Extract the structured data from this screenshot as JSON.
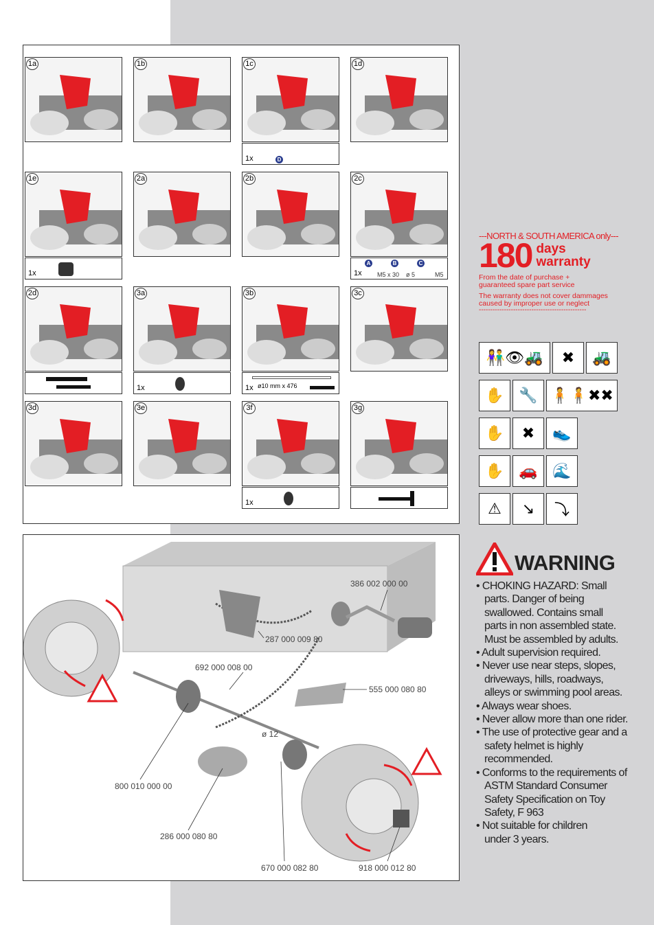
{
  "steps": [
    {
      "id": "1a"
    },
    {
      "id": "1b"
    },
    {
      "id": "1c",
      "sub": {
        "qty": "1x",
        "parts": [
          "D"
        ]
      }
    },
    {
      "id": "1d"
    },
    {
      "id": "1e",
      "sub": {
        "qty": "1x"
      }
    },
    {
      "id": "2a"
    },
    {
      "id": "2b"
    },
    {
      "id": "2c",
      "sub": {
        "qty": "1x",
        "parts": [
          "A",
          "B",
          "C"
        ],
        "labels": [
          "M5 x 30",
          "ø 5",
          "M5"
        ]
      }
    },
    {
      "id": "2d",
      "sub": {
        "tools": "screwdriver-wrench"
      }
    },
    {
      "id": "3a",
      "sub": {
        "qty": "1x"
      }
    },
    {
      "id": "3b",
      "sub": {
        "qty": "1x",
        "label": "ø10 mm x 476"
      }
    },
    {
      "id": "3c"
    },
    {
      "id": "3d"
    },
    {
      "id": "3e"
    },
    {
      "id": "3f",
      "sub": {
        "qty": "1x"
      }
    },
    {
      "id": "3g",
      "sub": {
        "tools": "hammer"
      }
    }
  ],
  "warranty": {
    "region": "---NORTH & SOUTH AMERICA only---",
    "days_number": "180",
    "days_word": "days",
    "warranty_word": "warranty",
    "line1": "From the date of purchase + guaranteed spare part service",
    "line2": "The warranty does not cover dammages caused by improper use or neglect",
    "divider": "-----------------------------------------------"
  },
  "warning": {
    "title": "WARNING",
    "items": [
      "CHOKING HAZARD: Small parts. Danger of being swallowed. Contains small parts in non assembled state. Must be assembled by adults.",
      "Adult supervision required.",
      "Never use near steps, slopes, driveways, hills, roadways, alleys or swimming pool areas.",
      "Always wear shoes.",
      "Never allow more than one rider.",
      "The use of protective gear and a safety helmet is highly recommended.",
      "Conforms to the requirements of ASTM Standard Consumer Safety Specification on Toy Safety, F 963",
      "Not suitable for children under 3 years."
    ]
  },
  "parts": {
    "p1": "386 002 000 00",
    "p2": "287 000 009 80",
    "p3": "692 000 008 00",
    "p4": "555 000 080 80",
    "p5": "ø 12",
    "p6": "800 010 000 00",
    "p7": "286 000 080 80",
    "p8": "670 000 082 80",
    "p9": "918 000 012 80"
  },
  "colors": {
    "accent": "#e31e24",
    "background": "#d4d4d6"
  }
}
